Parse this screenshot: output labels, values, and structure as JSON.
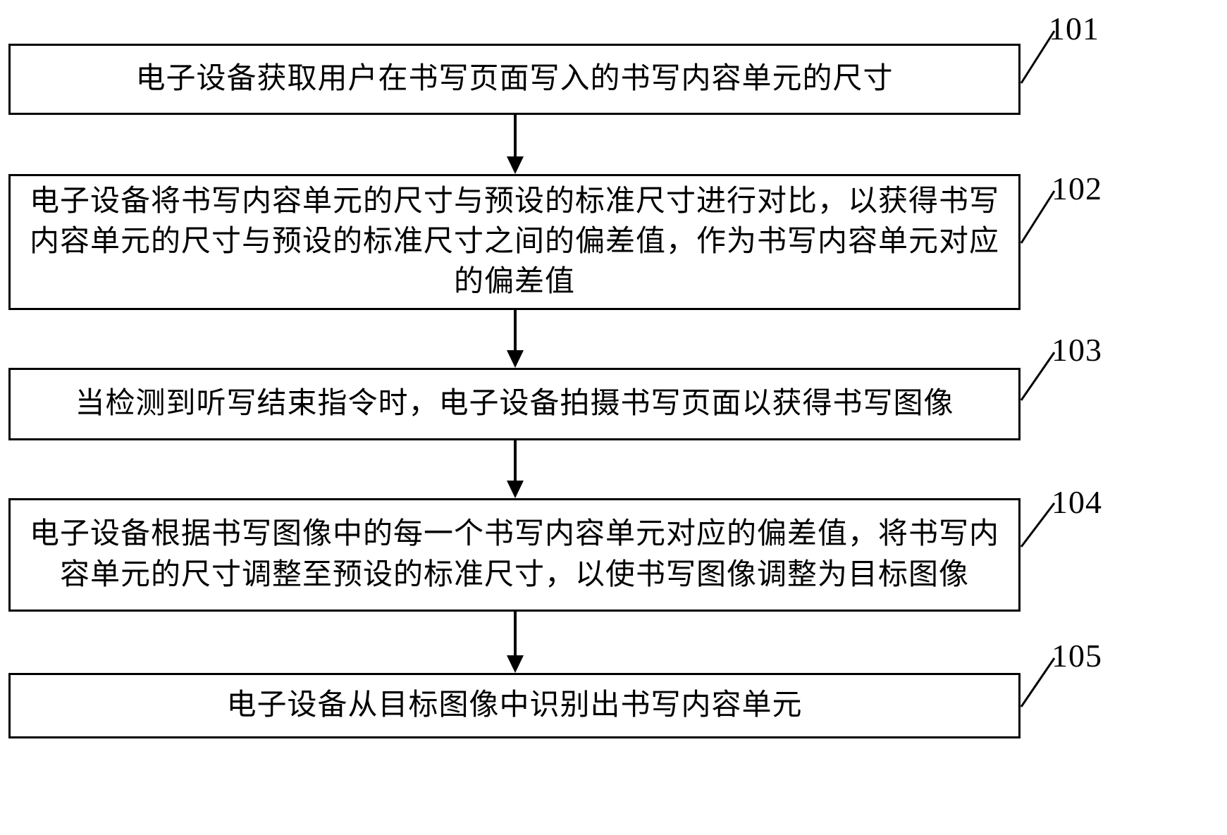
{
  "figure": {
    "steps": [
      {
        "id": "101",
        "text": "电子设备获取用户在书写页面写入的书写内容单元的尺寸"
      },
      {
        "id": "102",
        "text": "电子设备将书写内容单元的尺寸与预设的标准尺寸进行对比，以获得书写内容单元的尺寸与预设的标准尺寸之间的偏差值，作为书写内容单元对应的偏差值"
      },
      {
        "id": "103",
        "text": "当检测到听写结束指令时，电子设备拍摄书写页面以获得书写图像"
      },
      {
        "id": "104",
        "text": "电子设备根据书写图像中的每一个书写内容单元对应的偏差值，将书写内容单元的尺寸调整至预设的标准尺寸，以使书写图像调整为目标图像"
      },
      {
        "id": "105",
        "text": "电子设备从目标图像中识别出书写内容单元"
      }
    ],
    "colors": {
      "line": "#000000",
      "background": "#ffffff"
    }
  }
}
